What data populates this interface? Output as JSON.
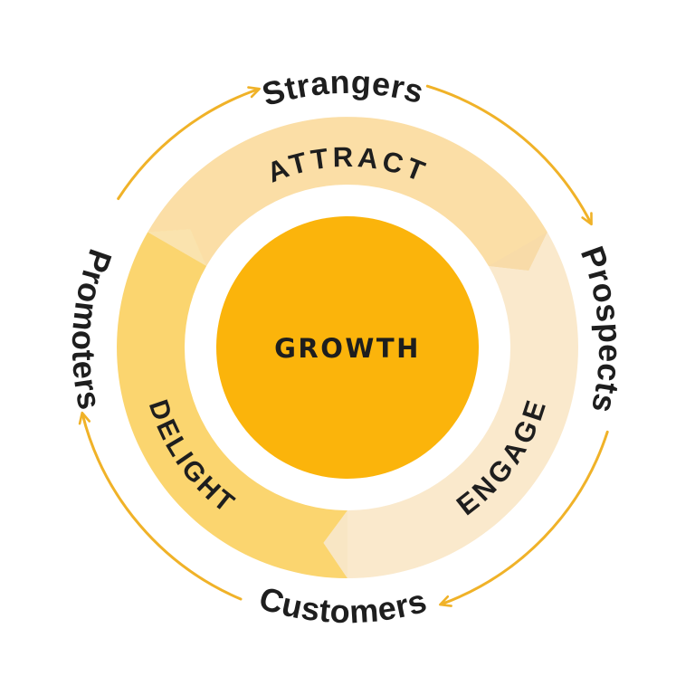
{
  "diagram": {
    "center_label": "GROWTH",
    "segments": [
      {
        "label": "ATTRACT",
        "color": "#FBDEA6",
        "tip_color": "#F8DBA8"
      },
      {
        "label": "ENGAGE",
        "color": "#FAE9CC",
        "tip_color": "#F8E6C4"
      },
      {
        "label": "DELIGHT",
        "color": "#FBD56F",
        "tip_color": "#FAE3AE"
      }
    ],
    "stages": [
      {
        "label": "Strangers"
      },
      {
        "label": "Prospects"
      },
      {
        "label": "Customers"
      },
      {
        "label": "Promoters"
      }
    ],
    "colors": {
      "center": "#FBB40B",
      "arrow": "#F0B228",
      "text": "#1E1E1E",
      "background": "#FFFFFF"
    }
  }
}
